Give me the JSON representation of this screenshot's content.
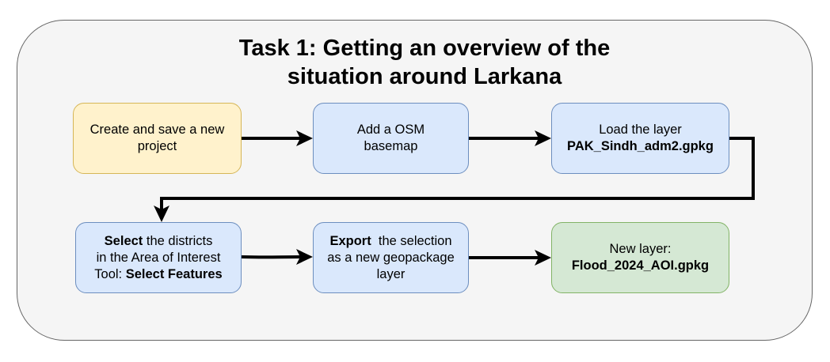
{
  "title": {
    "line1": "Task 1: Getting an overview of the",
    "line2": "situation around Larkana"
  },
  "colors": {
    "container_fill": "#f5f5f5",
    "yellow_fill": "#fff2cc",
    "blue_fill": "#dae8fc",
    "green_fill": "#d5e8d4",
    "arrow": "#000000"
  },
  "nodes": {
    "create_project": {
      "line1": "Create and save a new",
      "line2": "project"
    },
    "add_osm": {
      "line1": "Add a OSM",
      "line2": "basemap"
    },
    "load_layer": {
      "line1": "Load the layer",
      "line2_bold": "PAK_Sindh_adm2.gpkg"
    },
    "select_districts": {
      "line1_bold": "Select",
      "line1_rest": " the districts",
      "line2": "in the Area of Interest",
      "line3_prefix": "Tool: ",
      "line3_bold": "Select Features"
    },
    "export_selection": {
      "line1_bold": "Export",
      "line1_rest": "  the selection",
      "line2": "as a new geopackage",
      "line3": "layer"
    },
    "new_layer": {
      "line1": "New layer:",
      "line2_bold": "Flood_2024_AOI.gpkg"
    }
  }
}
